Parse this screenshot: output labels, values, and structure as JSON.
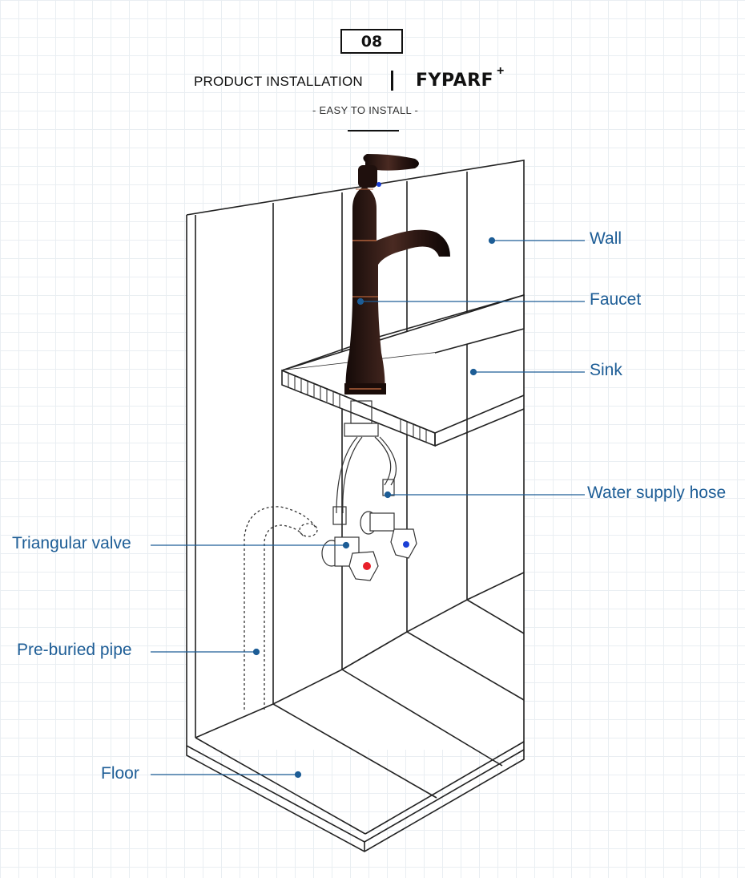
{
  "header": {
    "step_number": "08",
    "title": "PRODUCT INSTALLATION",
    "brand": "FYPARF",
    "brand_mark": "+",
    "subtitle": "- EASY TO INSTALL -"
  },
  "labels": {
    "wall": "Wall",
    "faucet": "Faucet",
    "sink": "Sink",
    "water_supply_hose": "Water supply hose",
    "triangular_valve": "Triangular valve",
    "pre_buried_pipe": "Pre-buried pipe",
    "floor": "Floor"
  },
  "colors": {
    "label_text": "#1d5d96",
    "leader_line": "#1d5d96",
    "faucet_body": "#2a1612",
    "faucet_accent": "#b0603a",
    "hot_indicator": "#e8202a",
    "cold_indicator": "#1a3fd6",
    "outline": "#222222"
  }
}
